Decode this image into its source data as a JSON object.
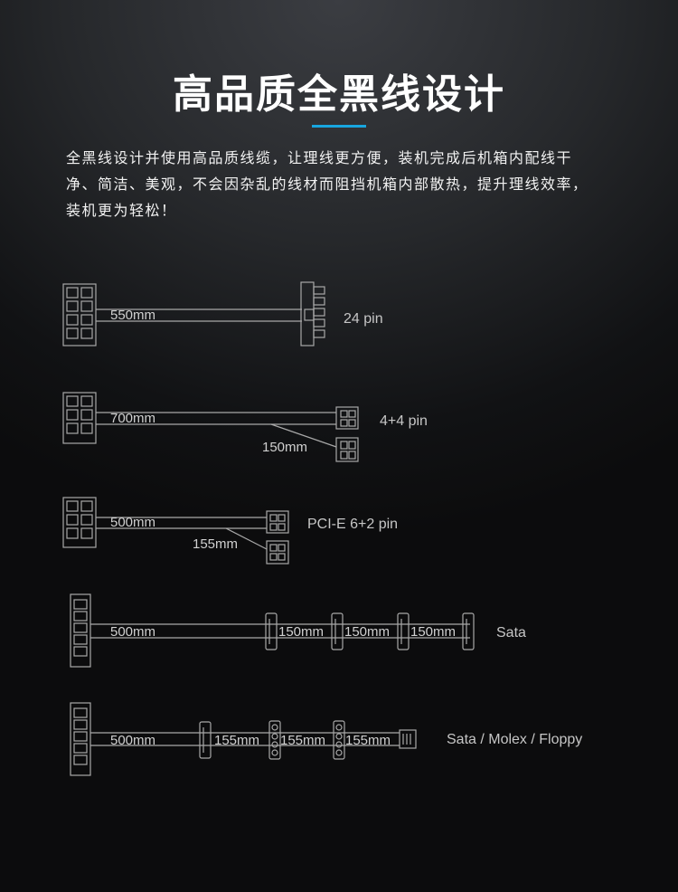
{
  "heading": {
    "title": "高品质全黑线设计"
  },
  "intro": {
    "lines": [
      "全黑线设计并使用高品质线缆，让理线更方便，装机完成后机箱内配线干",
      "净、简洁、美观，不会因杂乱的线材而阻挡机箱内部散热，提升理线效率，",
      "装机更为轻松！"
    ]
  },
  "colors": {
    "accent": "#18a6df",
    "line": "#a8a8a8",
    "text": "#ffffff"
  },
  "cables": [
    {
      "name": "24 pin",
      "lengths": [
        "550mm"
      ]
    },
    {
      "name": "4+4 pin",
      "lengths": [
        "700mm",
        "150mm"
      ]
    },
    {
      "name": "PCI-E 6+2 pin",
      "lengths": [
        "500mm",
        "155mm"
      ]
    },
    {
      "name": "Sata",
      "lengths": [
        "500mm",
        "150mm",
        "150mm",
        "150mm"
      ]
    },
    {
      "name": "Sata / Molex / Floppy",
      "lengths": [
        "500mm",
        "155mm",
        "155mm",
        "155mm"
      ]
    }
  ]
}
